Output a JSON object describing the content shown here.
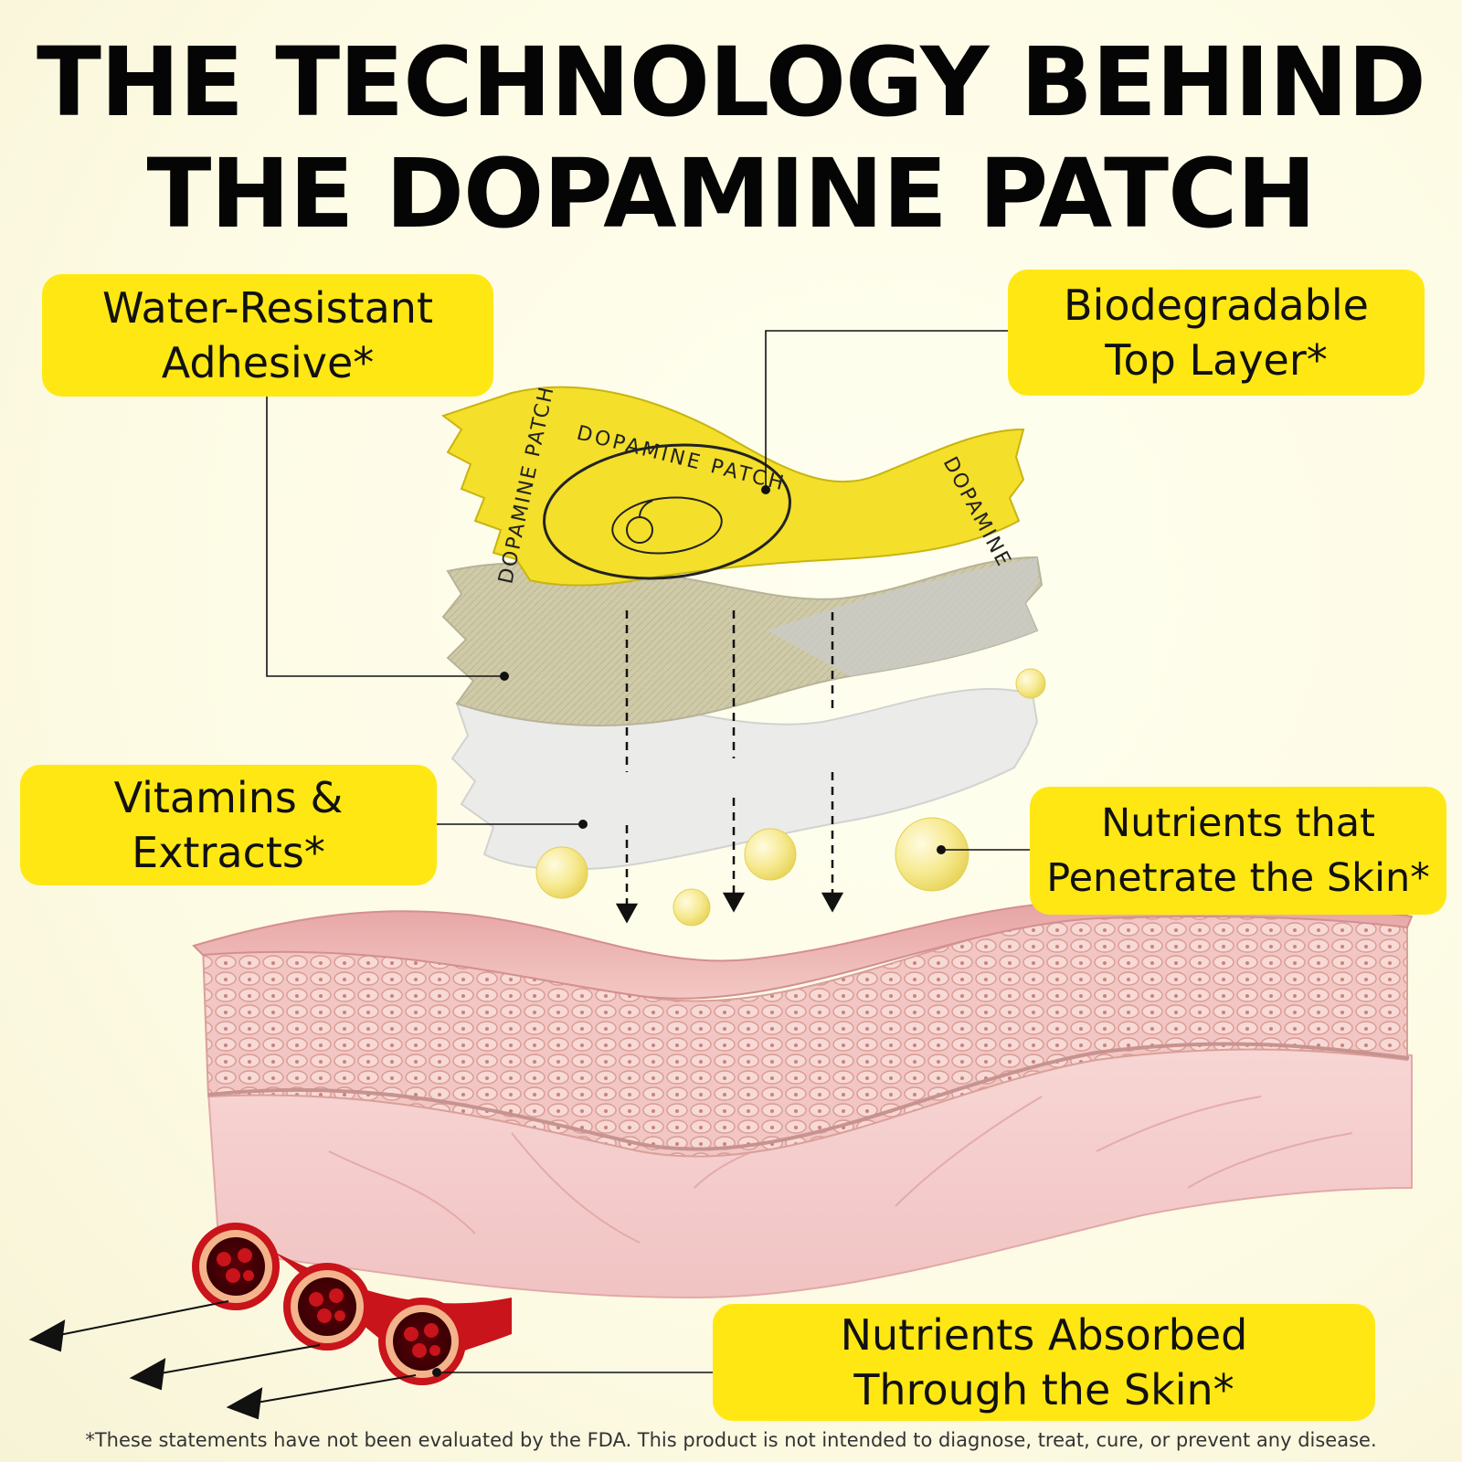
{
  "title": {
    "line1": "THE TECHNOLOGY BEHIND",
    "line2": "THE DOPAMINE PATCH"
  },
  "callouts": {
    "adhesive": {
      "line1": "Water-Resistant",
      "line2": "Adhesive*"
    },
    "top_layer": {
      "line1": "Biodegradable",
      "line2": "Top Layer*"
    },
    "vitamins": {
      "line1": "Vitamins &",
      "line2": "Extracts*"
    },
    "penetrate": {
      "line1": "Nutrients that",
      "line2": "Penetrate the Skin*"
    },
    "absorbed": {
      "line1": "Nutrients Absorbed",
      "line2": "Through the Skin*"
    }
  },
  "patch_print": {
    "text_arc": "DOPAMINE PATCH",
    "text_left": "DOPAMINE PATCH",
    "text_right": "DOPAMINE"
  },
  "disclaimer": "*These statements have not been evaluated by the FDA. This product is not intended to diagnose, treat, cure, or prevent any disease.",
  "colors": {
    "callout_bg": "#ffe714",
    "patch_yellow": "#f4df2a",
    "skin_pink": "#f2c4c4",
    "vessel_red": "#c8141a"
  }
}
